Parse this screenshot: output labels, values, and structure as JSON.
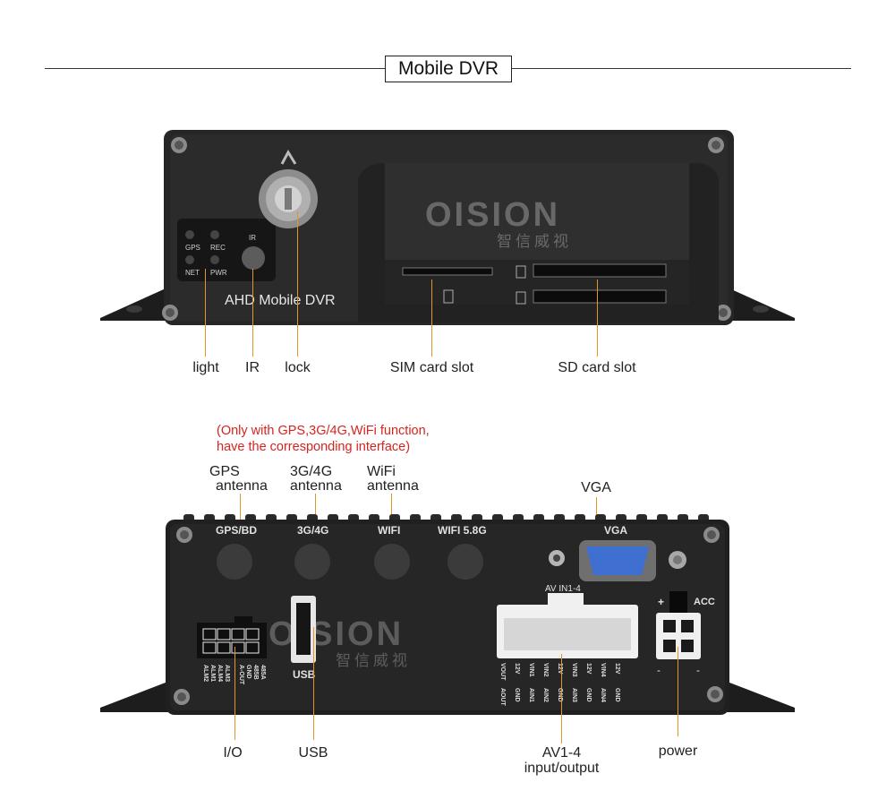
{
  "header": {
    "title": "Mobile DVR"
  },
  "front_panel": {
    "device_label": "AHD Mobile DVR",
    "led_labels": [
      "GPS",
      "REC",
      "NET",
      "PWR"
    ],
    "ir_label": "IR",
    "watermark_brand": "OISION",
    "watermark_cn": "智信威视",
    "callouts": {
      "light": "light",
      "ir": "IR",
      "lock": "lock",
      "sim": "SIM card slot",
      "sd": "SD card slot"
    }
  },
  "note": {
    "line1": "(Only with GPS,3G/4G,WiFi function,",
    "line2": "have the corresponding interface)"
  },
  "back_panel": {
    "antenna_labels": [
      "GPS/BD",
      "3G/4G",
      "WIFI",
      "WIFI 5.8G"
    ],
    "vga_label": "VGA",
    "av_label": "AV IN1-4",
    "acc_label": "ACC",
    "plus": "+",
    "minus_left": "-",
    "minus_right": "-",
    "usb_label": "USB",
    "io_pin_labels": [
      "ALM2",
      "ALM4",
      "A-OUT",
      "485B",
      "ALM1",
      "ALM3",
      "GND",
      "485A"
    ],
    "av_pin_labels_top": [
      "VOUT",
      "12V",
      "VIN1",
      "VIN2",
      "12V",
      "VIN3",
      "12V",
      "VIN4",
      "12V"
    ],
    "av_pin_labels_bottom": [
      "AOUT",
      "GND",
      "AIN1",
      "AIN2",
      "GND",
      "AIN3",
      "GND",
      "AIN4",
      "GND"
    ],
    "callouts": {
      "gps_line1": "GPS",
      "gps_line2": "antenna",
      "g34_line1": "3G/4G",
      "g34_line2": "antenna",
      "wifi_line1": "WiFi",
      "wifi_line2": "antenna",
      "vga": "VGA",
      "io": "I/O",
      "usb": "USB",
      "av_line1": "AV1-4",
      "av_line2": "input/output",
      "power": "power"
    }
  }
}
